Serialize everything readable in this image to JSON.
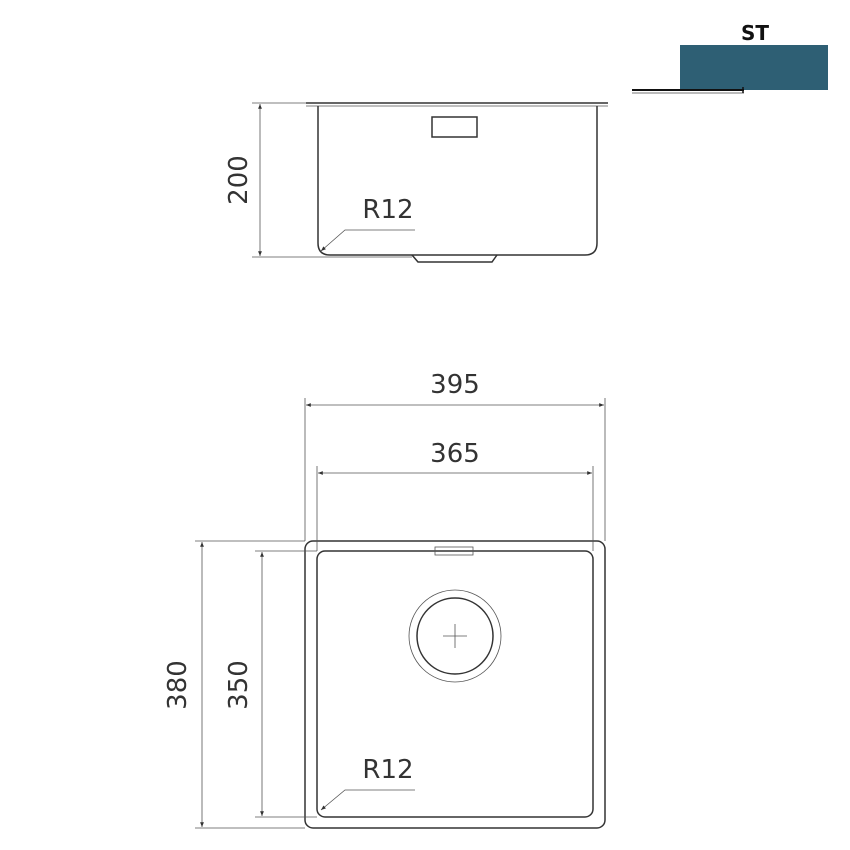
{
  "legend": {
    "label": "ST",
    "color": "#2e5f74"
  },
  "side_view": {
    "height_dim": "200",
    "radius_label": "R12"
  },
  "top_view": {
    "outer_width_dim": "395",
    "inner_width_dim": "365",
    "outer_depth_dim": "380",
    "inner_depth_dim": "350",
    "radius_label": "R12"
  }
}
